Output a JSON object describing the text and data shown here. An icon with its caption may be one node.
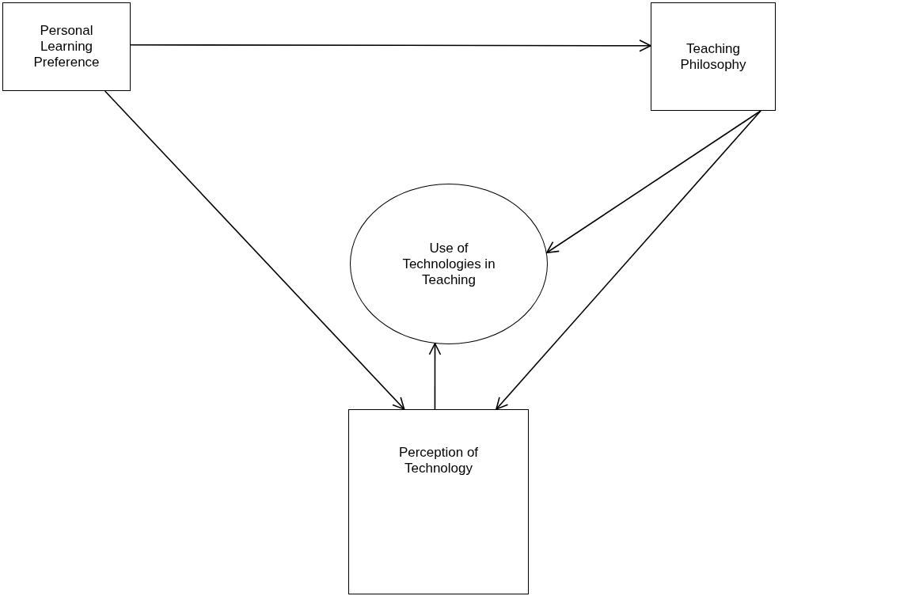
{
  "diagram": {
    "nodes": [
      {
        "text": [
          "Personal Learning Preference"
        ]
      },
      {
        "text": [
          "Teaching Philosophy"
        ]
      },
      {
        "text": [
          "Use of Technologies in Teaching"
        ]
      },
      {
        "text": [
          "Perception of Technology"
        ]
      }
    ],
    "edges": [
      {
        "from": 0,
        "to": 1,
        "arrow": "to"
      },
      {
        "from": 0,
        "to": 3,
        "arrow": "to"
      },
      {
        "from": 1,
        "to": 2,
        "arrow": "to"
      },
      {
        "from": 1,
        "to": 3,
        "arrow": "to"
      },
      {
        "from": 3,
        "to": 2,
        "arrow": "to"
      }
    ]
  }
}
